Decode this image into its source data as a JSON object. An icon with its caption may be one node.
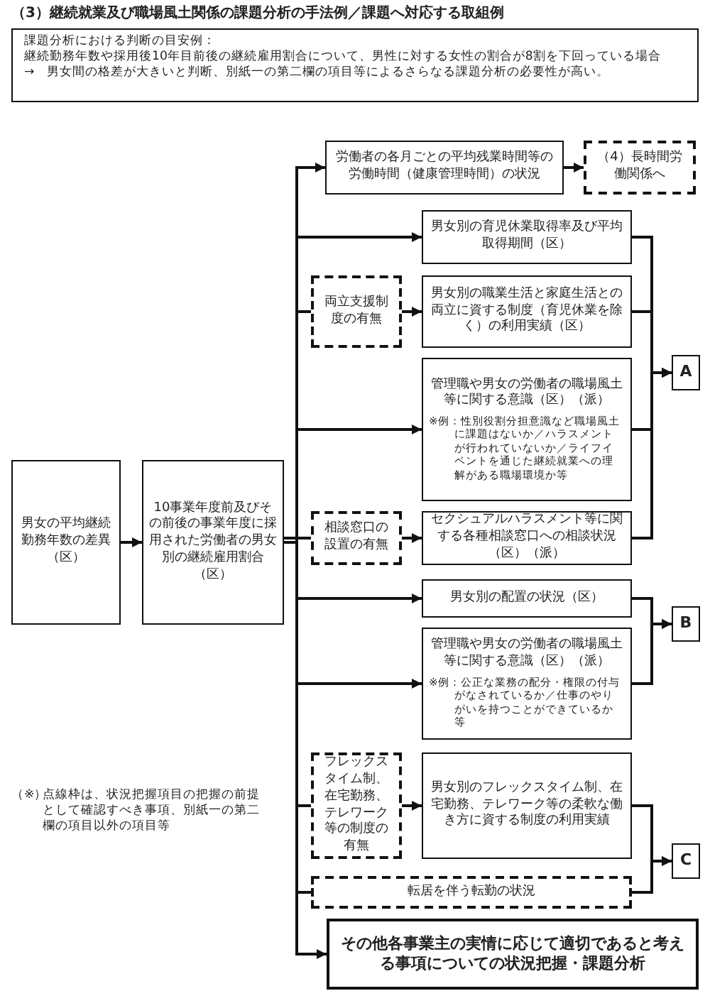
{
  "diagram": {
    "title": "（3）継続就業及び職場風土関係の課題分析の手法例／課題へ対応する取組例",
    "nodes": [
      {
        "text": [
          "課題分析における判断の目安例：",
          "継続勤務年数や採用後10年目前後の継続雇用割合について、男性に対する女性の割合が8割を下回っている場合",
          "→　男女間の格差が大きいと判断、別紙一の第二欄の項目等によるさらなる課題分析の必要性が高い。"
        ]
      },
      {
        "text": [
          "男女の平均継続勤務年数の差異（区）"
        ]
      },
      {
        "text": [
          "10事業年度前及びその前後の事業年度に採用された労働者の男女別の継続雇用割合（区）"
        ]
      },
      {
        "text": [
          "労働者の各月ごとの平均残業時間等の労働時間（健康管理時間）の状況"
        ]
      },
      {
        "text": [
          "（4）長時間労働関係へ"
        ]
      },
      {
        "text": [
          "男女別の育児休業取得率及び平均取得期間（区）"
        ]
      },
      {
        "text": [
          "両立支援制度の有無"
        ]
      },
      {
        "text": [
          "男女別の職業生活と家庭生活との両立に資する制度（育児休業を除く）の利用実績（区）"
        ]
      },
      {
        "text": [
          "管理職や男女の労働者の職場風土等に関する意識（区）（派）",
          "※例：性別役割分担意識など職場風土に課題はないか／ハラスメントが行われていないか／ライフイベントを通じた継続就業への理解がある職場環境か等"
        ]
      },
      {
        "text": [
          "相談窓口の設置の有無"
        ]
      },
      {
        "text": [
          "セクシュアルハラスメント等に関する各種相談窓口への相談状況（区）（派）"
        ]
      },
      {
        "text": [
          "男女別の配置の状況（区）"
        ]
      },
      {
        "text": [
          "管理職や男女の労働者の職場風土等に関する意識（区）（派）",
          "※例：公正な業務の配分・権限の付与がなされているか／仕事のやりがいを持つことができているか等"
        ]
      },
      {
        "text": [
          "フレックスタイム制、在宅勤務、テレワーク等の制度の有無"
        ]
      },
      {
        "text": [
          "男女別のフレックスタイム制、在宅勤務、テレワーク等の柔軟な働き方に資する制度の利用実績"
        ]
      },
      {
        "text": [
          "転居を伴う転勤の状況"
        ]
      },
      {
        "text": [
          "その他各事業主の実情に応じて適切であると考える事項についての状況把握・課題分析"
        ]
      },
      {
        "text": [
          "A"
        ]
      },
      {
        "text": [
          "B"
        ]
      },
      {
        "text": [
          "C"
        ]
      }
    ],
    "edges": [
      {
        "from": 1,
        "to": 2,
        "arrow": "to"
      },
      {
        "from": 2,
        "to": 3,
        "arrow": "to"
      },
      {
        "from": 3,
        "to": 4,
        "arrow": "to"
      },
      {
        "from": 2,
        "to": 5,
        "arrow": "to"
      },
      {
        "from": 2,
        "to": 6,
        "arrow": "none"
      },
      {
        "from": 6,
        "to": 7,
        "arrow": "to"
      },
      {
        "from": 2,
        "to": 8,
        "arrow": "to"
      },
      {
        "from": 2,
        "to": 9,
        "arrow": "none"
      },
      {
        "from": 9,
        "to": 10,
        "arrow": "to"
      },
      {
        "from": 2,
        "to": 11,
        "arrow": "to"
      },
      {
        "from": 2,
        "to": 12,
        "arrow": "to"
      },
      {
        "from": 2,
        "to": 13,
        "arrow": "none"
      },
      {
        "from": 13,
        "to": 14,
        "arrow": "to"
      },
      {
        "from": 2,
        "to": 15,
        "arrow": "none"
      },
      {
        "from": 2,
        "to": 16,
        "arrow": "to"
      },
      {
        "from": 5,
        "to": 17,
        "arrow": "to"
      },
      {
        "from": 7,
        "to": 17,
        "arrow": "to"
      },
      {
        "from": 8,
        "to": 17,
        "arrow": "to"
      },
      {
        "from": 10,
        "to": 17,
        "arrow": "to"
      },
      {
        "from": 11,
        "to": 18,
        "arrow": "to"
      },
      {
        "from": 12,
        "to": 18,
        "arrow": "to"
      },
      {
        "from": 14,
        "to": 19,
        "arrow": "to"
      },
      {
        "from": 15,
        "to": 19,
        "arrow": "to"
      }
    ],
    "labels": [
      "（※）",
      "点線枠は、状況把握項目の把握の前提として確認すべき事項、別紙一の第二欄の項目以外の項目等"
    ]
  }
}
